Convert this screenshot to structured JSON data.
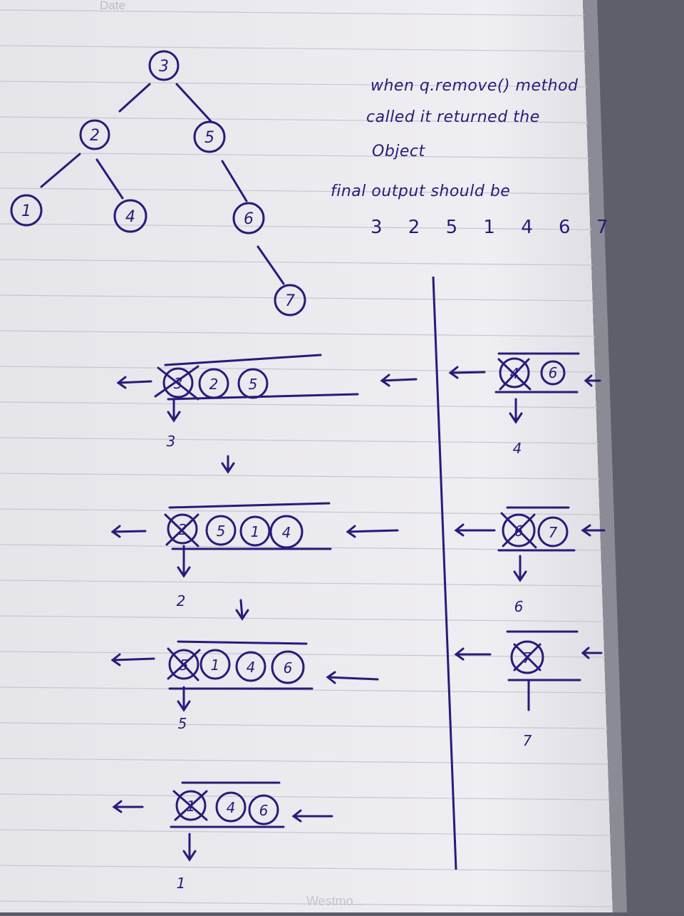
{
  "page": {
    "date_label": "Date",
    "bottom_watermark": "Westmo..."
  },
  "notes": {
    "line1": "when q.remove() method",
    "line2": "called it returned the",
    "line3": "Object",
    "line4": "final output should be",
    "output": "3 2 5 1 4 6 7"
  },
  "tree": {
    "nodes": [
      "3",
      "2",
      "5",
      "1",
      "4",
      "6",
      "7"
    ]
  },
  "queue_steps_left": [
    {
      "items": [
        "3",
        "2",
        "5"
      ],
      "removed": "3"
    },
    {
      "items": [
        "2",
        "5",
        "1",
        "4"
      ],
      "removed": "2"
    },
    {
      "items": [
        "5",
        "1",
        "4",
        "6"
      ],
      "removed": "5"
    },
    {
      "items": [
        "1",
        "4",
        "6"
      ],
      "removed": "1"
    }
  ],
  "queue_steps_right": [
    {
      "items": [
        "4",
        "6"
      ],
      "removed": "4"
    },
    {
      "items": [
        "6",
        "7"
      ],
      "removed": "6"
    },
    {
      "items": [
        "7"
      ],
      "removed": "7"
    }
  ],
  "colors": {
    "ink": "#2a1a7a",
    "paper": "#ecebee",
    "rule": "#c9c9d4",
    "background": "#5c5d66"
  }
}
